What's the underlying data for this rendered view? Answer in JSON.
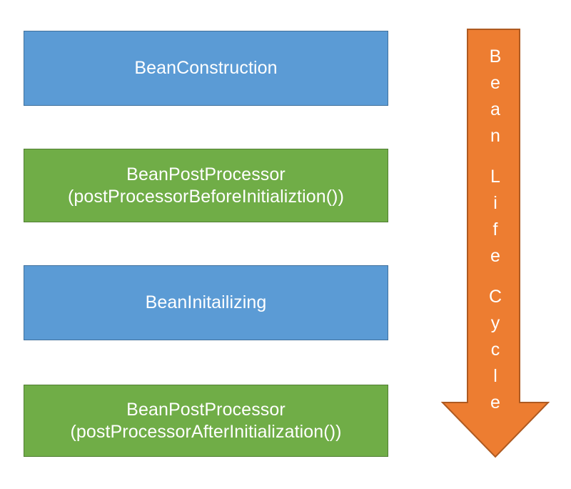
{
  "diagram": {
    "title": "Bean Life Cycle",
    "colors": {
      "blue_fill": "#5B9BD5",
      "blue_stroke": "#41719C",
      "green_fill": "#70AD47",
      "green_stroke": "#507E32",
      "orange_fill": "#ED7D31",
      "orange_stroke": "#AE5A21",
      "text": "#FFFFFF",
      "background": "#FFFFFF"
    },
    "steps": [
      {
        "id": "bean-construction",
        "line1": "BeanConstruction",
        "line2": "",
        "color": "blue"
      },
      {
        "id": "bean-post-processor-before",
        "line1": "BeanPostProcessor",
        "line2": "(postProcessorBeforeInitializtion())",
        "color": "green"
      },
      {
        "id": "bean-initializing",
        "line1": "BeanInitailizing",
        "line2": "",
        "color": "blue"
      },
      {
        "id": "bean-post-processor-after",
        "line1": "BeanPostProcessor",
        "line2": "(postProcessorAfterInitialization())",
        "color": "green"
      }
    ],
    "arrow": {
      "id": "bean-life-cycle-arrow",
      "direction": "down",
      "label": "Bean Life Cycle",
      "letters": [
        "B",
        "e",
        "a",
        "n",
        " ",
        "L",
        "i",
        "f",
        "e",
        " ",
        "C",
        "y",
        "c",
        "l",
        "e"
      ]
    }
  }
}
